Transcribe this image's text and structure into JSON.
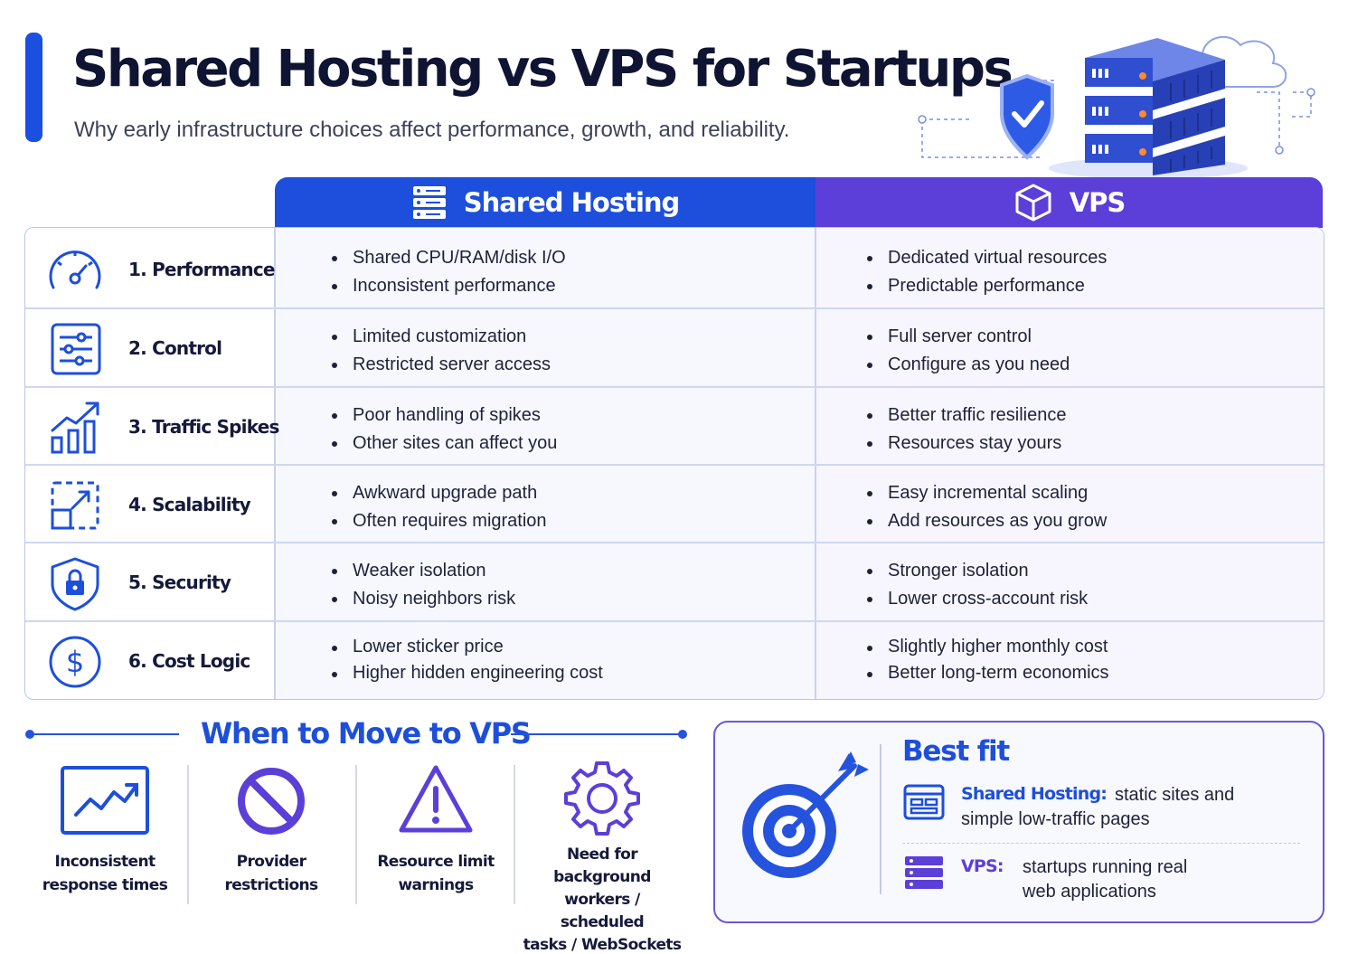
{
  "header": {
    "title": "Shared Hosting vs VPS for Startups",
    "subtitle": "Why early infrastructure choices affect performance, growth, and reliability."
  },
  "columns": {
    "shared": {
      "label": "Shared Hosting",
      "icon": "server-stack-icon",
      "color": "#1d4fdc"
    },
    "vps": {
      "label": "VPS",
      "icon": "cube-icon",
      "color": "#5b3fd8"
    }
  },
  "rows": [
    {
      "label": "1. Performance",
      "icon": "speedometer-icon",
      "shared": [
        "Shared CPU/RAM/disk I/O",
        "Inconsistent performance"
      ],
      "vps": [
        "Dedicated virtual resources",
        "Predictable performance"
      ]
    },
    {
      "label": "2. Control",
      "icon": "sliders-icon",
      "shared": [
        "Limited customization",
        "Restricted server access"
      ],
      "vps": [
        "Full server control",
        "Configure as you need"
      ]
    },
    {
      "label": "3. Traffic Spikes",
      "icon": "growth-chart-icon",
      "shared": [
        "Poor handling of spikes",
        "Other sites can affect you"
      ],
      "vps": [
        "Better traffic resilience",
        "Resources stay yours"
      ]
    },
    {
      "label": "4. Scalability",
      "icon": "expand-icon",
      "shared": [
        "Awkward upgrade path",
        "Often requires migration"
      ],
      "vps": [
        "Easy incremental scaling",
        "Add resources as you grow"
      ]
    },
    {
      "label": "5. Security",
      "icon": "shield-lock-icon",
      "shared": [
        "Weaker isolation",
        "Noisy neighbors risk"
      ],
      "vps": [
        "Stronger isolation",
        "Lower cross-account risk"
      ]
    },
    {
      "label": "6. Cost Logic",
      "icon": "dollar-icon",
      "shared": [
        "Lower sticker price",
        "Higher hidden engineering cost"
      ],
      "vps": [
        "Slightly higher monthly cost",
        "Better long-term economics"
      ]
    }
  ],
  "when_to_move": {
    "title": "When to Move to VPS",
    "items": [
      {
        "icon": "trend-chart-icon",
        "line1": "Inconsistent",
        "line2": "response times",
        "line3": ""
      },
      {
        "icon": "prohibited-icon",
        "line1": "Provider",
        "line2": "restrictions",
        "line3": ""
      },
      {
        "icon": "warning-icon",
        "line1": "Resource limit",
        "line2": "warnings",
        "line3": ""
      },
      {
        "icon": "gear-icon",
        "line1": "Need for background",
        "line2": "workers / scheduled",
        "line3": "tasks / WebSockets"
      }
    ]
  },
  "best_fit": {
    "title": "Best fit",
    "shared_key": "Shared Hosting:",
    "shared_text_1": "static sites and",
    "shared_text_2": "simple low-traffic pages",
    "vps_key": "VPS:",
    "vps_text_1": "startups running real",
    "vps_text_2": "web applications"
  },
  "colors": {
    "blue": "#1d4fdc",
    "purple": "#5b3fd8",
    "dark": "#14183a"
  }
}
